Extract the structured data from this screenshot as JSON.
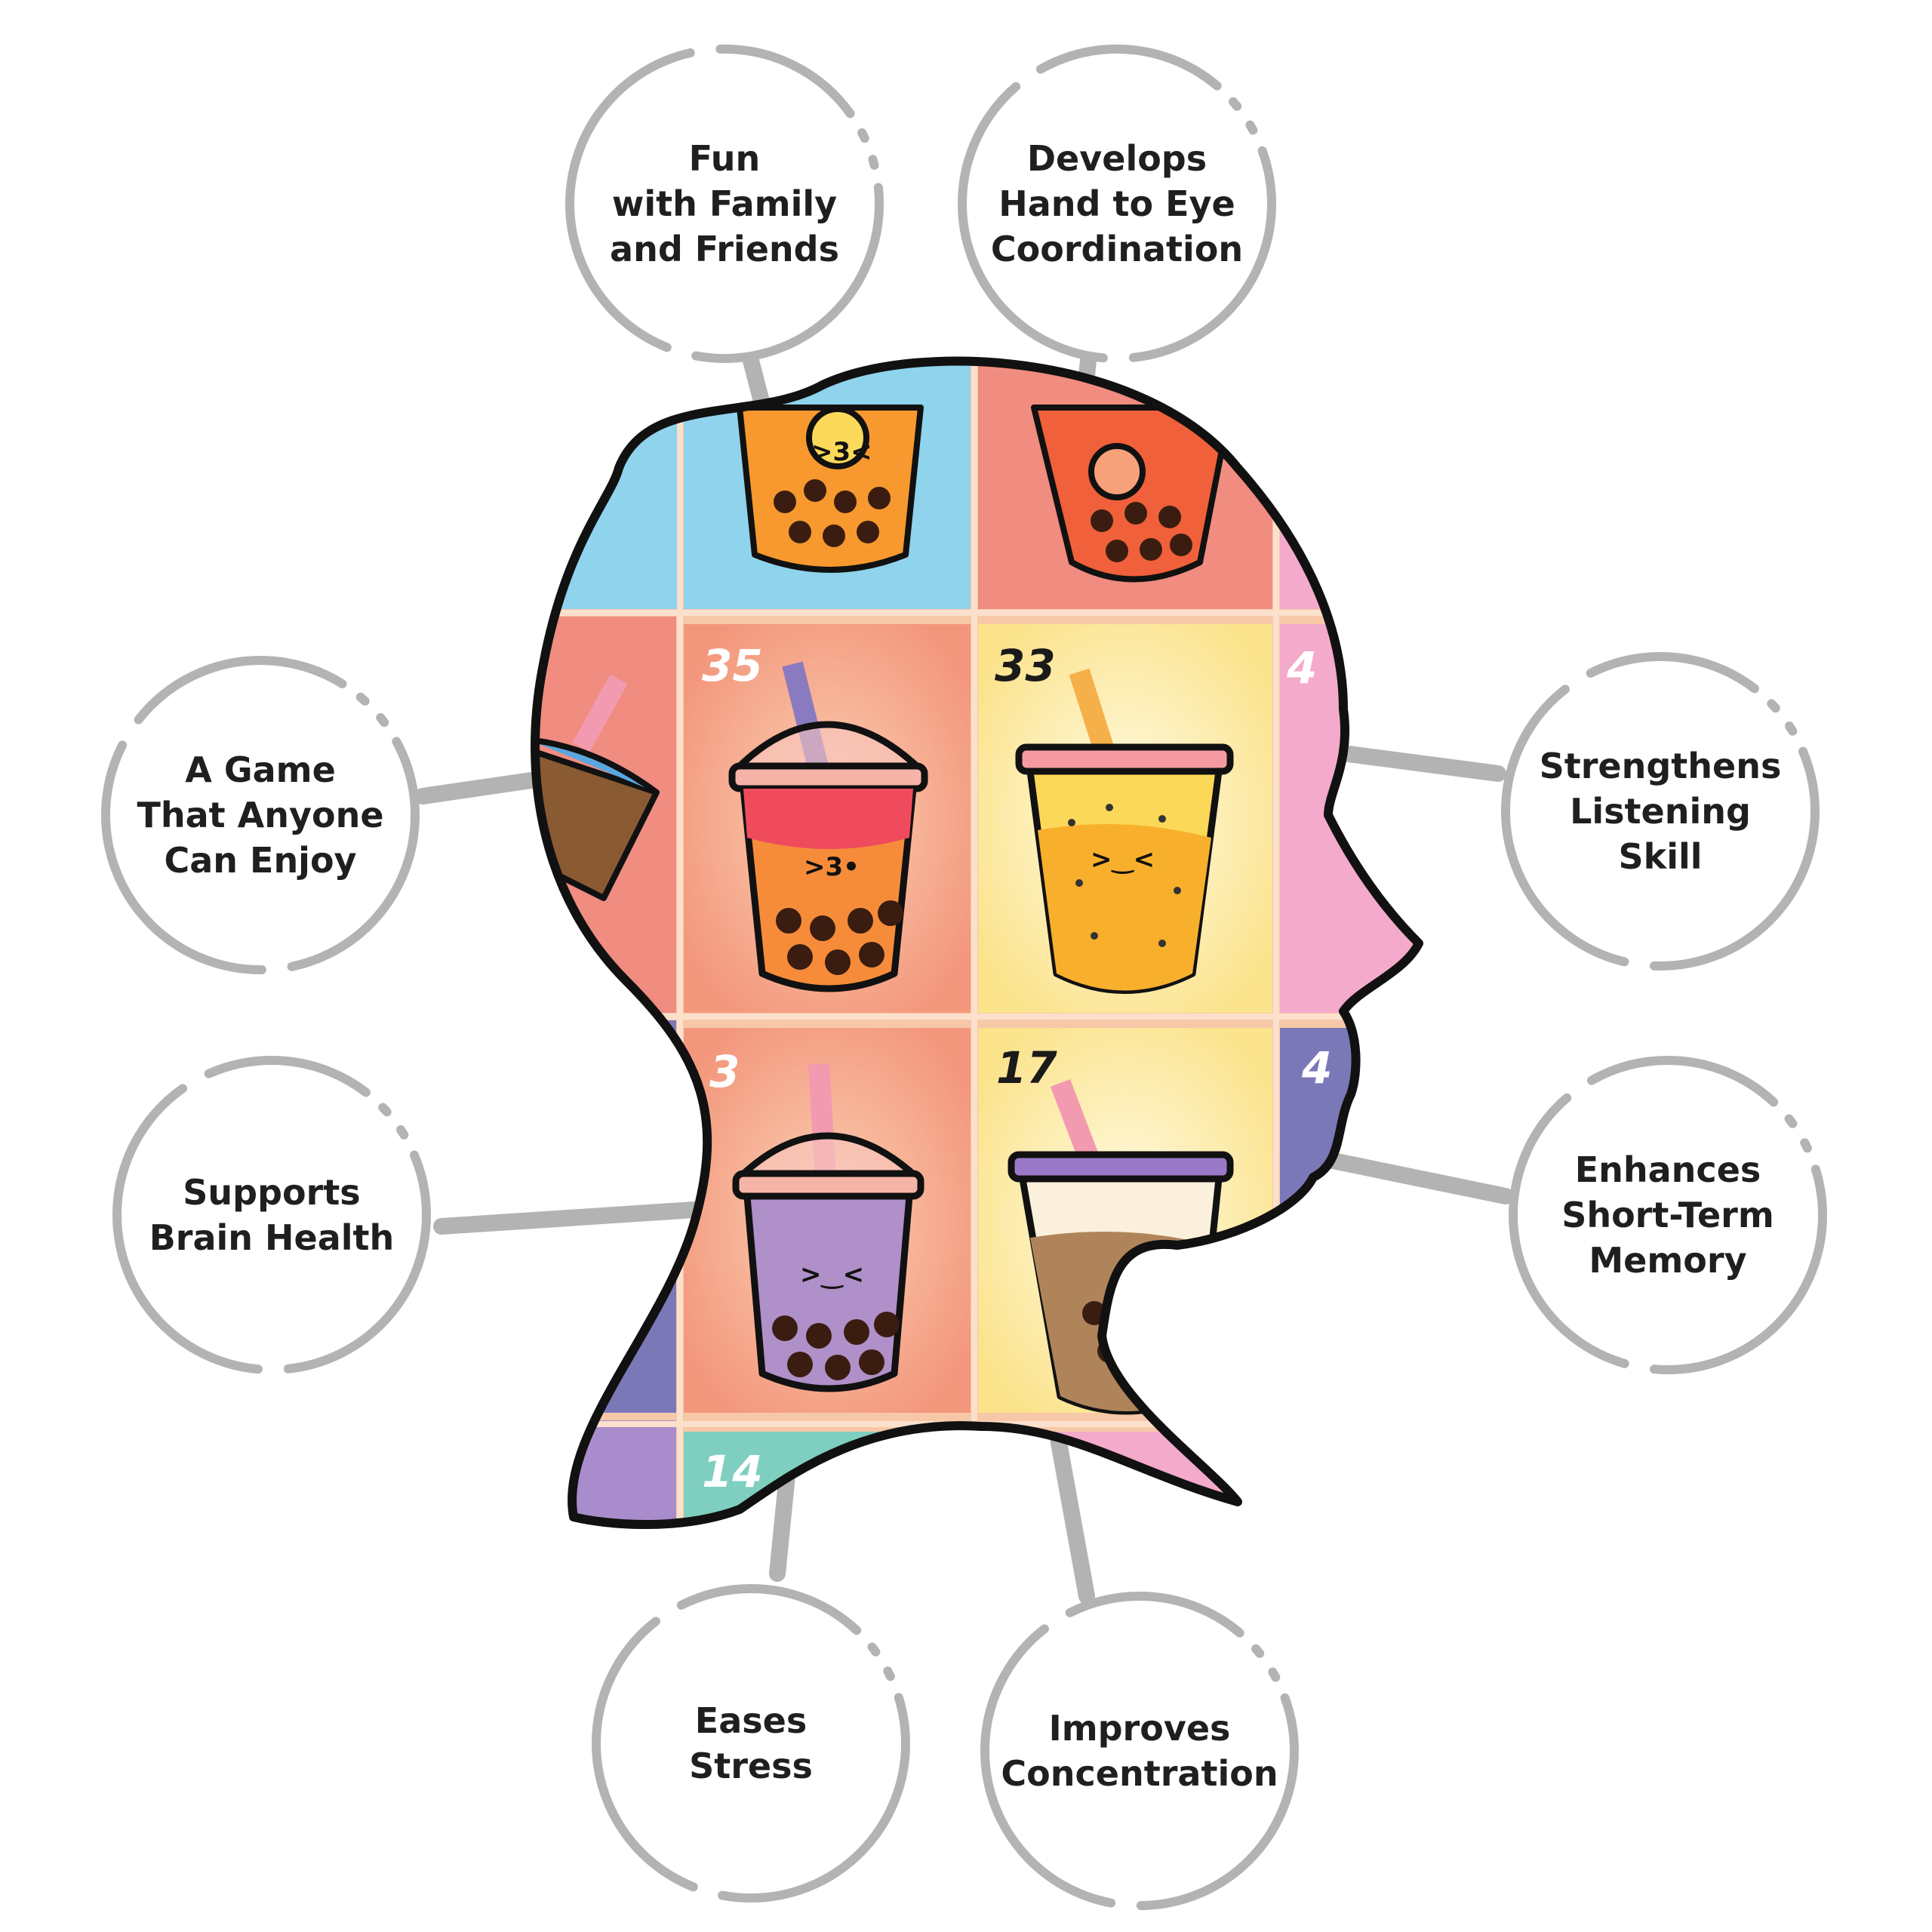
{
  "benefits": [
    {
      "id": "fun",
      "lines": [
        "Fun",
        "with Family",
        "and Friends"
      ]
    },
    {
      "id": "coordination",
      "lines": [
        "Develops",
        "Hand to Eye",
        "Coordination"
      ]
    },
    {
      "id": "anyone",
      "lines": [
        "A Game",
        "That Anyone",
        "Can Enjoy"
      ]
    },
    {
      "id": "listening",
      "lines": [
        "Strengthens",
        "Listening",
        "Skill"
      ]
    },
    {
      "id": "brain",
      "lines": [
        "Supports",
        "Brain Health"
      ]
    },
    {
      "id": "memory",
      "lines": [
        "Enhances",
        "Short-Term",
        "Memory"
      ]
    },
    {
      "id": "stress",
      "lines": [
        "Eases",
        "Stress"
      ]
    },
    {
      "id": "concentration",
      "lines": [
        "Improves",
        "Concentration"
      ]
    }
  ],
  "tiles": {
    "n35": "35",
    "n33": "33",
    "n3": "3",
    "n17": "17",
    "n14": "14",
    "n4a": "4",
    "n4b": "4"
  },
  "colors": {
    "connector": "#b3b3b3",
    "outline": "#111111",
    "tile_blue": "#8fd3ec",
    "tile_coral": "#f08c80",
    "tile_salmon": "#f5a58a",
    "tile_yellow": "#fbe79a",
    "tile_pink": "#f3aacb",
    "tile_purple": "#7b78b8",
    "tile_teal": "#7fcfc0",
    "grid": "#f7c8a8"
  }
}
